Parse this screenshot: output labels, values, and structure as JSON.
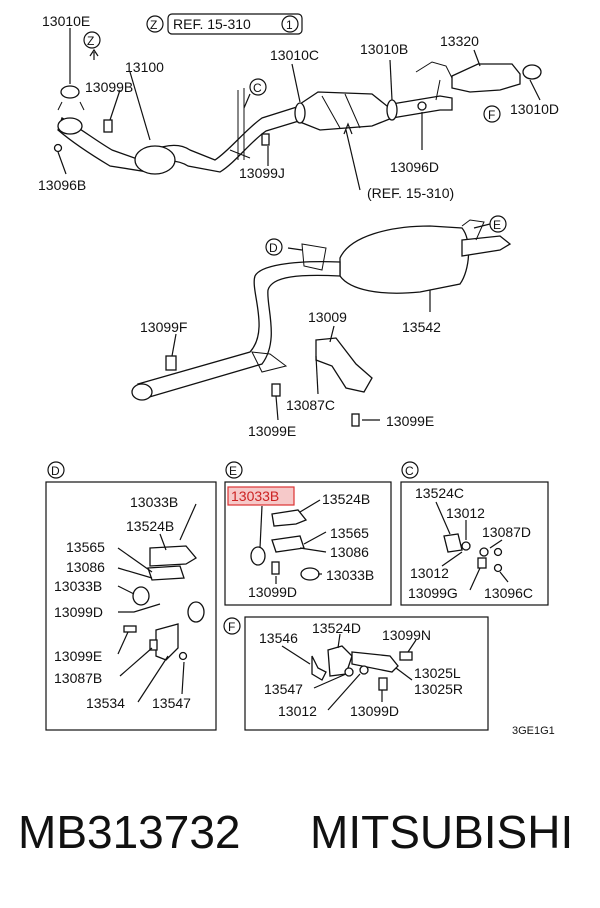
{
  "labels": {
    "top": {
      "p13010E": "13010E",
      "z_circle": "Z",
      "ref_z": "REF. 15-310",
      "ref_z_circle": "1",
      "z_small": "Z",
      "p13100": "13100",
      "p13099B": "13099B",
      "c_circle": "C",
      "p13010C": "13010C",
      "p13010B": "13010B",
      "p13320": "13320",
      "p13010D": "13010D",
      "f_circle": "F",
      "p13096B": "13096B",
      "p13099J": "13099J",
      "p13096D": "13096D",
      "ref_bottom": "(REF. 15-310)"
    },
    "middle": {
      "d_circle": "D",
      "e_circle": "E",
      "p13009": "13009",
      "p13542": "13542",
      "p13099F": "13099F",
      "p13087C": "13087C",
      "p13099E_a": "13099E",
      "p13099E_b": "13099E"
    },
    "boxD": {
      "title": "D",
      "p13033B_a": "13033B",
      "p13524B": "13524B",
      "p13565": "13565",
      "p13086": "13086",
      "p13033B_b": "13033B",
      "p13099D": "13099D",
      "p13099E": "13099E",
      "p13087B": "13087B",
      "p13534": "13534",
      "p13547": "13547"
    },
    "boxE": {
      "title": "E",
      "p13033B_hl": "13033B",
      "p13524B": "13524B",
      "p13565": "13565",
      "p13086": "13086",
      "p13033B": "13033B",
      "p13099D": "13099D"
    },
    "boxC": {
      "title": "C",
      "p13524C": "13524C",
      "p13012_a": "13012",
      "p13087D": "13087D",
      "p13012_b": "13012",
      "p13099G": "13099G",
      "p13096C": "13096C"
    },
    "boxF": {
      "title": "F",
      "p13546": "13546",
      "p13524D": "13524D",
      "p13099N": "13099N",
      "p13025L": "13025L",
      "p13025R": "13025R",
      "p13547": "13547",
      "p13012": "13012",
      "p13099D": "13099D"
    },
    "code": "3GE1G1"
  },
  "footer": {
    "part_number": "MB313732",
    "brand": "MITSUBISHI"
  },
  "colors": {
    "highlight_fill": "#f6c9c9",
    "highlight_stroke": "#dd3333"
  }
}
